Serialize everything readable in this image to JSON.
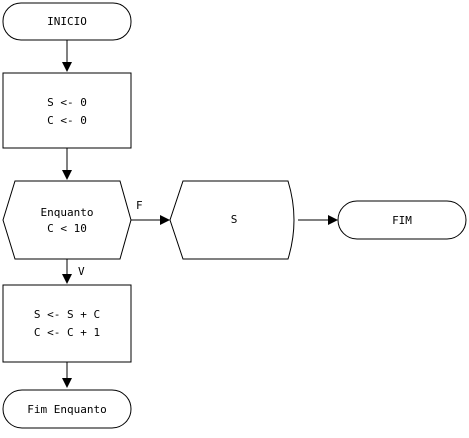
{
  "flowchart": {
    "start": {
      "label": "INICIO"
    },
    "init": {
      "line1": "S <- 0",
      "line2": "C <- 0"
    },
    "loop": {
      "line1": "Enquanto",
      "line2": "C < 10",
      "false_label": "F",
      "true_label": "V"
    },
    "body": {
      "line1": "S <- S + C",
      "line2": "C <- C + 1"
    },
    "loop_end": {
      "label": "Fim Enquanto"
    },
    "output": {
      "label": "S"
    },
    "end": {
      "label": "FIM"
    }
  }
}
